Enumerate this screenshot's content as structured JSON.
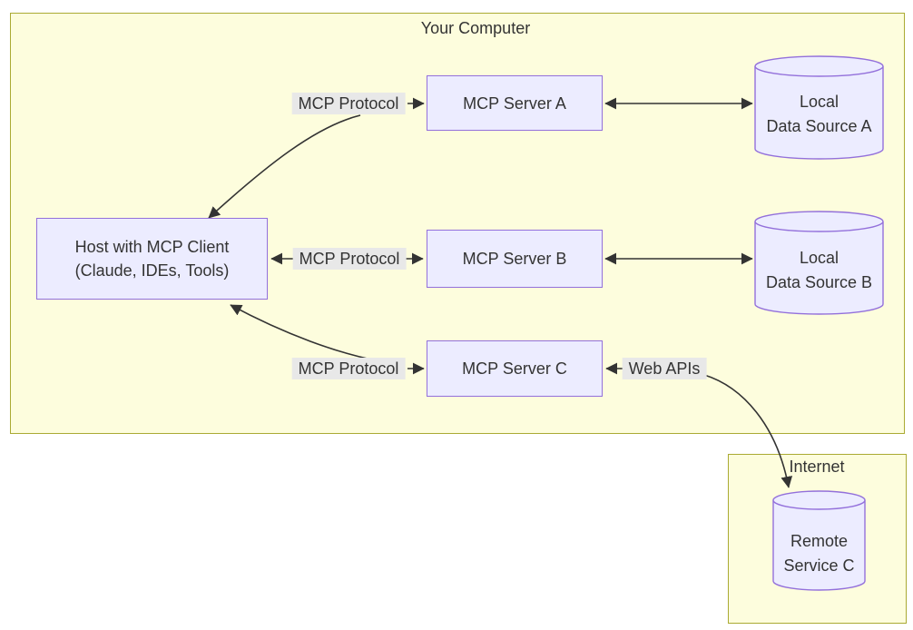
{
  "clusters": {
    "your_computer": {
      "label": "Your Computer"
    },
    "internet": {
      "label": "Internet"
    }
  },
  "nodes": {
    "host": {
      "line1": "Host with MCP Client",
      "line2": "(Claude, IDEs, Tools)"
    },
    "server_a": {
      "label": "MCP Server A"
    },
    "server_b": {
      "label": "MCP Server B"
    },
    "server_c": {
      "label": "MCP Server C"
    },
    "data_source_a": {
      "line1": "Local",
      "line2": "Data Source A"
    },
    "data_source_b": {
      "line1": "Local",
      "line2": "Data Source B"
    },
    "remote_service_c": {
      "line1": "Remote",
      "line2": "Service C"
    }
  },
  "edge_labels": {
    "host_server_a": "MCP Protocol",
    "host_server_b": "MCP Protocol",
    "host_server_c": "MCP Protocol",
    "web_apis": "Web APIs"
  },
  "colors": {
    "cluster_fill": "#fdfddd",
    "cluster_border": "#aaaa33",
    "node_fill": "#ECECFF",
    "node_border": "#9370DB",
    "label_bg": "#e8e8e8",
    "text": "#333333",
    "arrow": "#333333"
  }
}
